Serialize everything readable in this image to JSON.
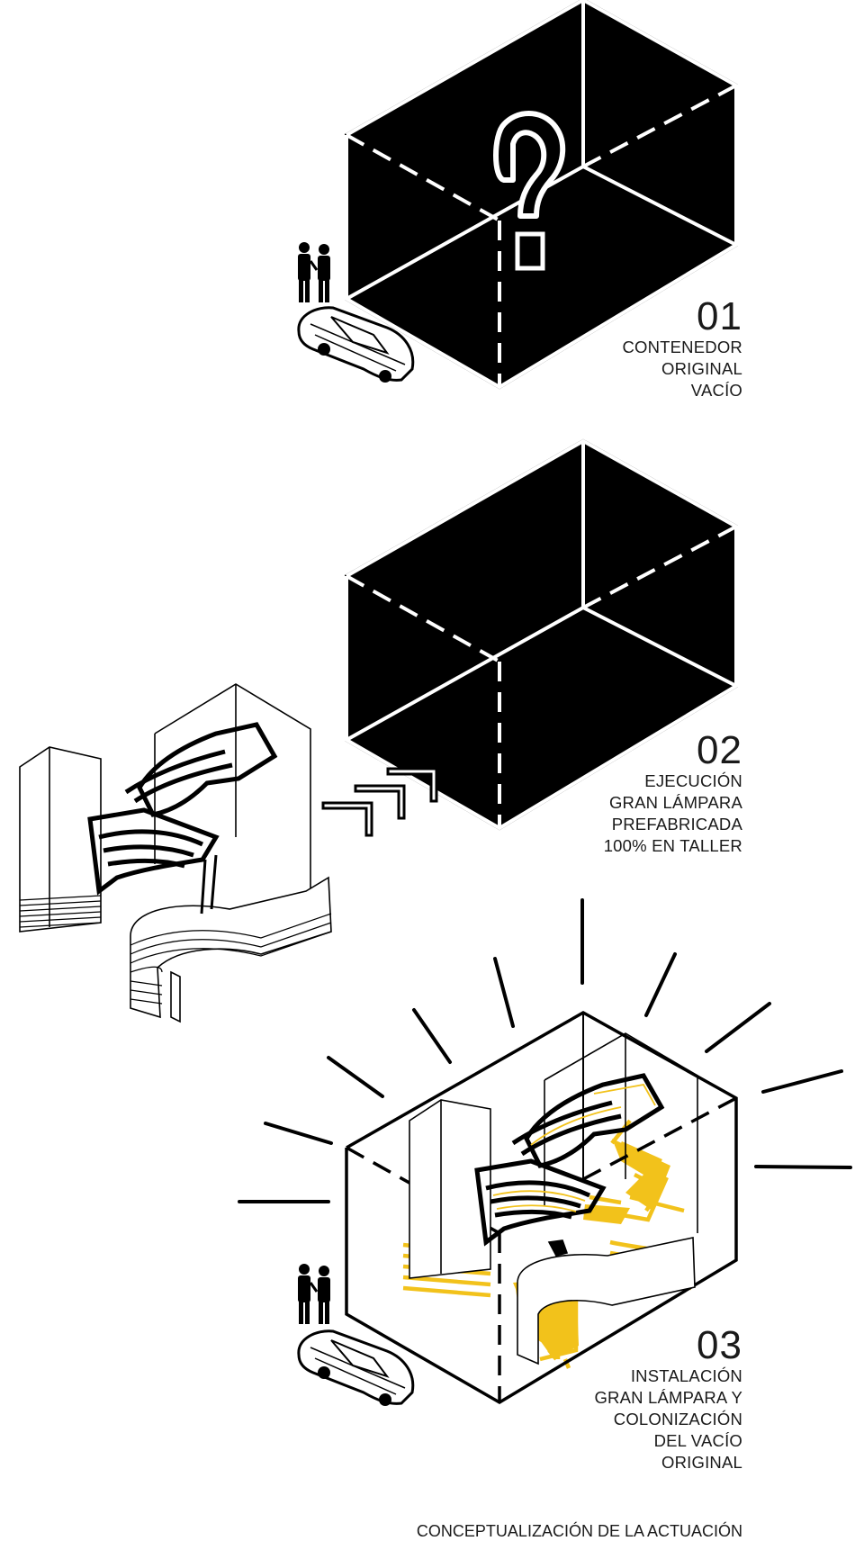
{
  "steps": [
    {
      "number": "01",
      "lines": [
        "CONTENEDOR",
        "ORIGINAL",
        "VACÍO"
      ]
    },
    {
      "number": "02",
      "lines": [
        "EJECUCIÓN",
        "GRAN LÁMPARA",
        "PREFABRICADA",
        "100% EN TALLER"
      ]
    },
    {
      "number": "03",
      "lines": [
        "INSTALACIÓN",
        "GRAN LÁMPARA Y",
        "COLONIZACIÓN",
        "DEL VACÍO",
        "ORIGINAL"
      ]
    }
  ],
  "footer": "CONCEPTUALIZACIÓN DE LA ACTUACIÓN",
  "colors": {
    "ink": "#000000",
    "accent": "#f2c21b",
    "paper": "#ffffff"
  }
}
